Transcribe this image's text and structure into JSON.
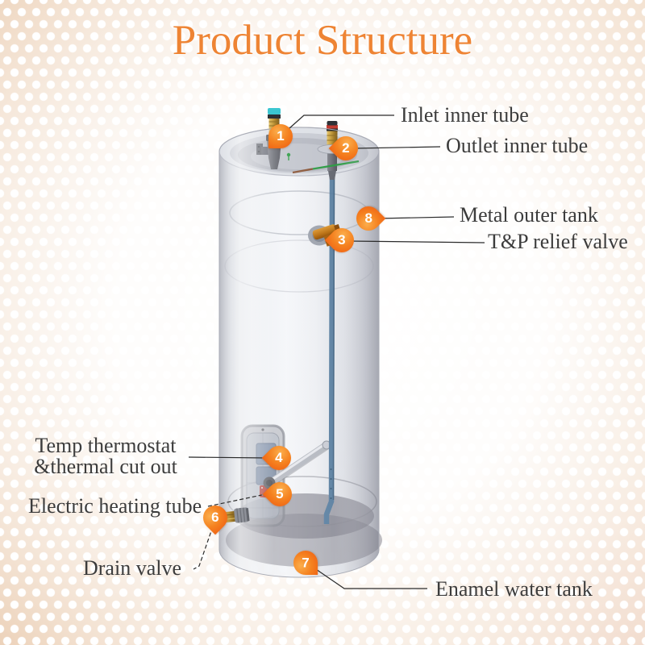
{
  "title": "Product Structure",
  "callouts": [
    {
      "number": "1",
      "label": "Inlet inner tube"
    },
    {
      "number": "2",
      "label": "Outlet inner tube"
    },
    {
      "number": "3",
      "label": "T&P relief valve"
    },
    {
      "number": "4",
      "label_line1": "Temp thermostat",
      "label_line2": "&thermal cut out"
    },
    {
      "number": "5",
      "label": "Electric heating tube"
    },
    {
      "number": "6",
      "label": "Drain valve"
    },
    {
      "number": "7",
      "label": "Enamel water tank"
    },
    {
      "number": "8",
      "label": "Metal outer tank"
    }
  ],
  "colors": {
    "title_text": "#ee8434",
    "label_text": "#3c3c3c",
    "callout_marker_orange": "#f26817",
    "leader_line": "#2b2b2b",
    "background_base": "#f0d9c3",
    "tank_gray": "#d8dbe2",
    "dip_tube_blue": "#587ea0",
    "brass_fitting": "#c59d4a",
    "inlet_cap_cyan": "#3bc6d0",
    "outlet_cap_red": "#c23b31"
  }
}
